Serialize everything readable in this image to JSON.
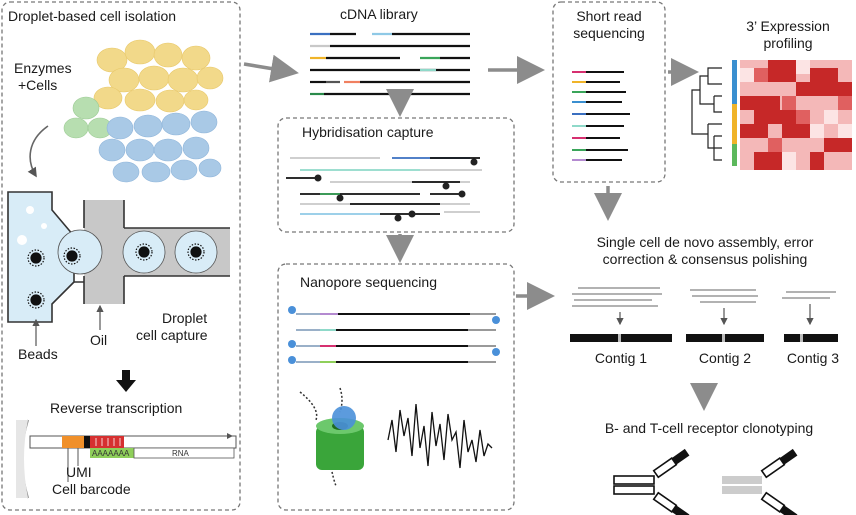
{
  "panels": {
    "isolation": {
      "title": "Droplet-based cell isolation",
      "enzymes": "Enzymes",
      "cells": "+Cells",
      "beads": "Beads",
      "oil": "Oil",
      "droplet_line1": "Droplet",
      "droplet_line2": "cell capture",
      "reverse_transcription": "Reverse transcription",
      "polya": "AAAAAAA",
      "rna": "RNA",
      "umi": "UMI",
      "cell_barcode": "Cell barcode"
    },
    "cdna_library": {
      "title": "cDNA library"
    },
    "hybridisation": {
      "title": "Hybridisation capture"
    },
    "nanopore": {
      "title": "Nanopore sequencing"
    },
    "short_read": {
      "title_line1": "Short read",
      "title_line2": "sequencing"
    },
    "expression": {
      "title_line1": "3’ Expression",
      "title_line2": "profiling"
    },
    "assembly": {
      "title_line1": "Single cell de novo assembly, error",
      "title_line2": "correction & consensus polishing",
      "contigs": [
        "Contig 1",
        "Contig 2",
        "Contig 3"
      ]
    },
    "clonotyping": {
      "title": "B- and T-cell receptor clonotyping"
    }
  },
  "colors": {
    "yellow_cells": "#f2d98a",
    "green_cells": "#b7deb0",
    "blue_cells": "#a9c9e6",
    "droplet": "#d8ecf7",
    "oil": "#c8c8c8",
    "arrow": "#8c8c8c",
    "heat_dark": "#c62828",
    "heat_light": "#f8d0d0",
    "bar_blue": "#3a8fd0",
    "bar_yellow": "#f0b429",
    "bar_green": "#5cb85c",
    "pore_green": "#3aa53a",
    "enzyme_blue": "#4a90d9"
  },
  "icons": [
    "cell-icon",
    "bead-icon",
    "nanopore-icon",
    "receptor-icon",
    "dendrogram-icon",
    "arrow-icon"
  ]
}
